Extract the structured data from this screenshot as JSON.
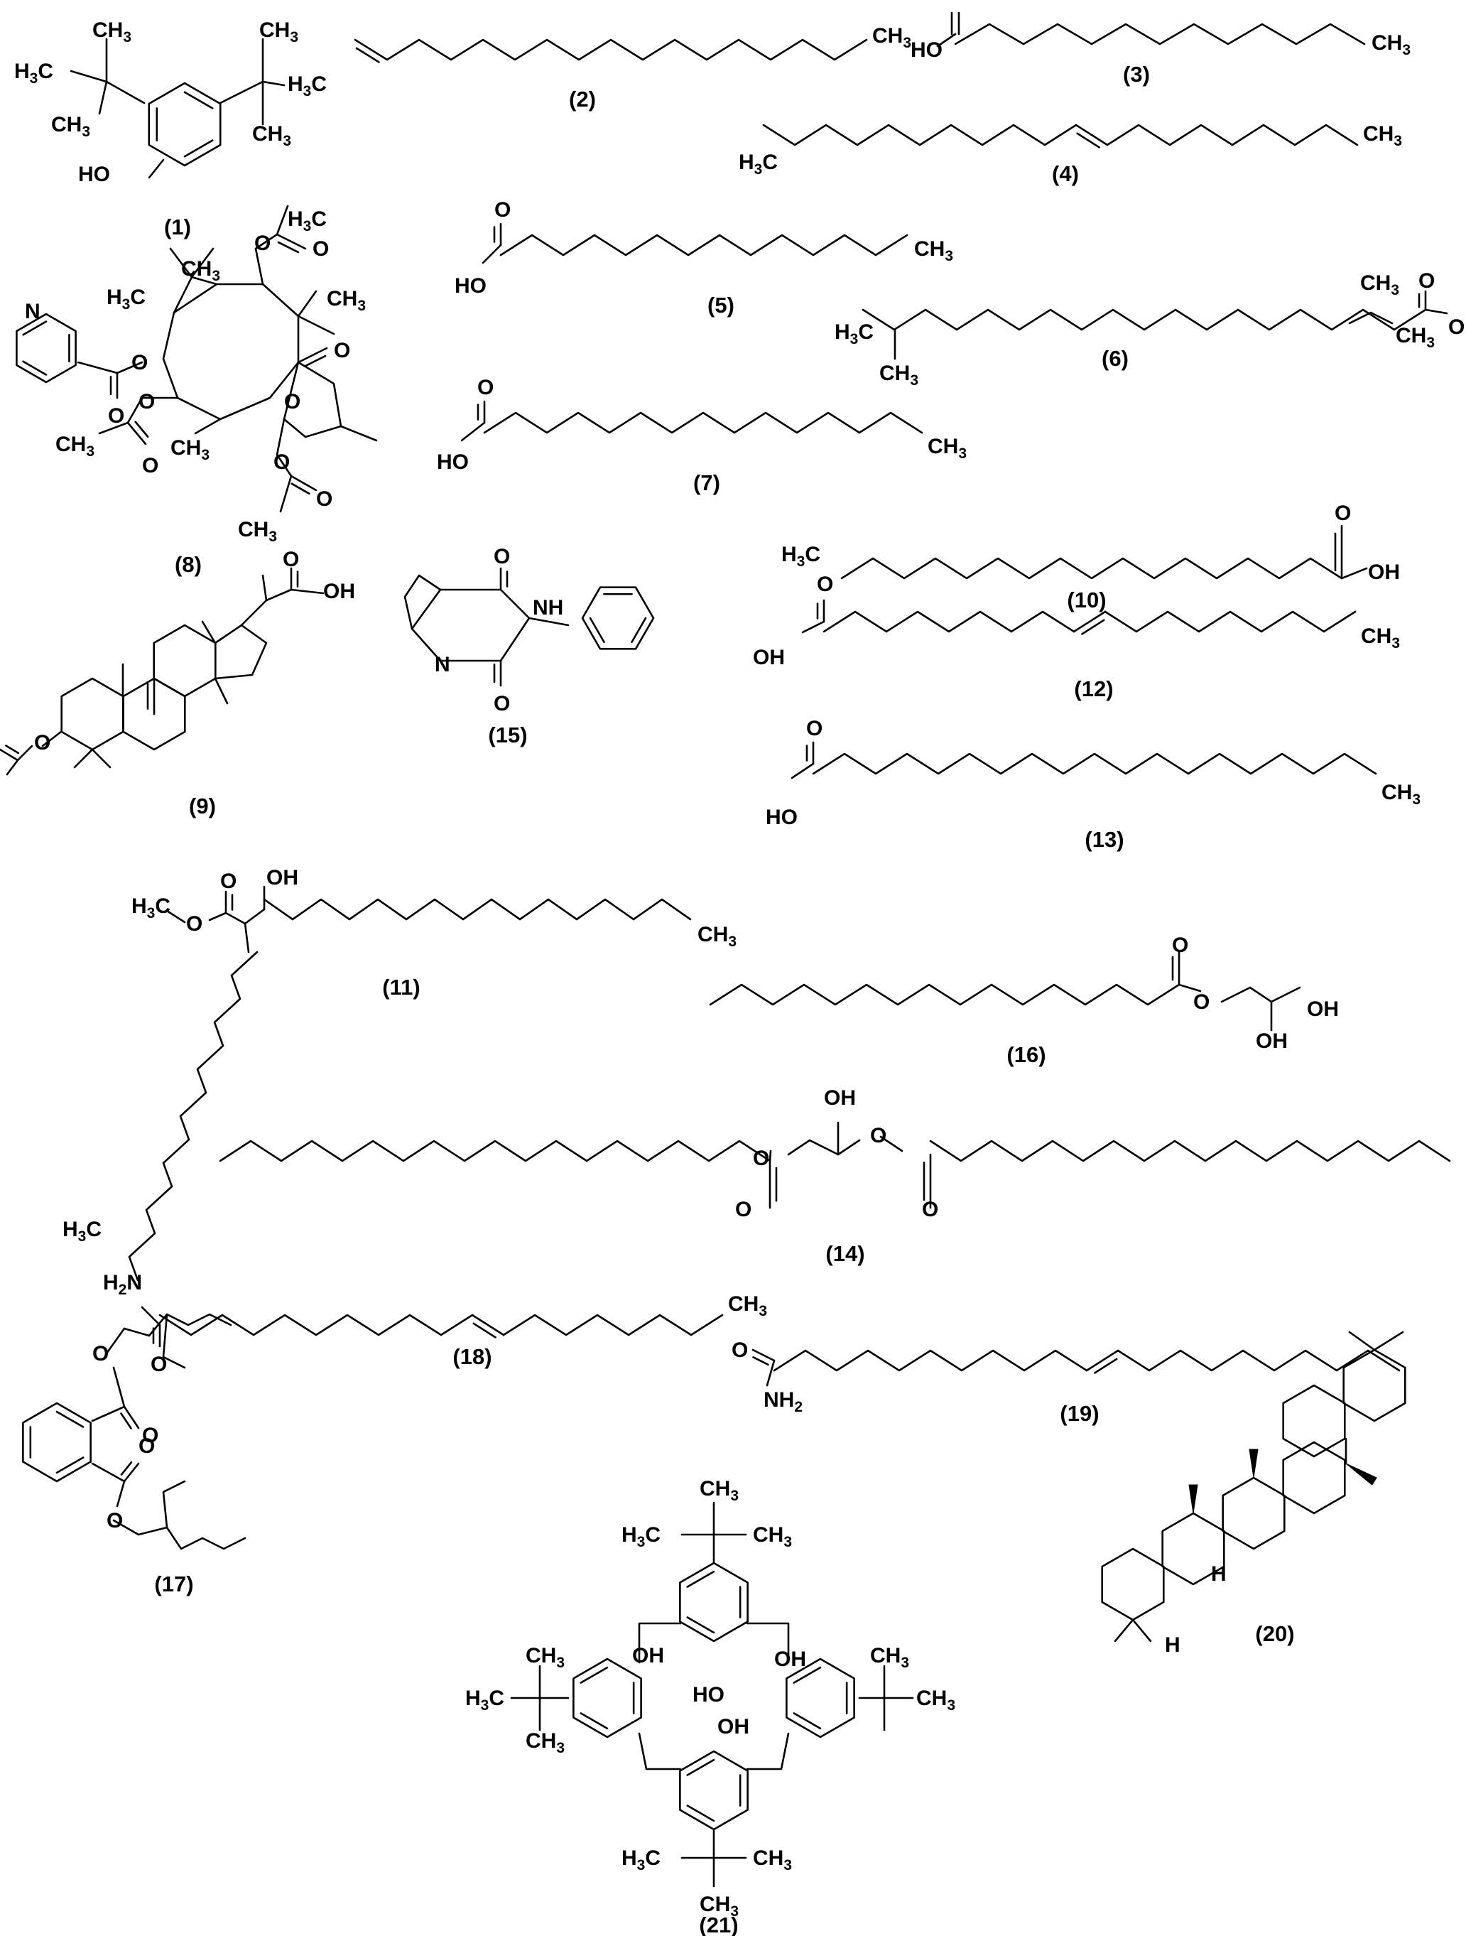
{
  "compounds": [
    {
      "number": "(1)",
      "atoms": [
        "CH3",
        "H3C",
        "CH3",
        "CH3",
        "H3C",
        "CH3",
        "HO"
      ]
    },
    {
      "number": "(2)",
      "atoms": [
        "CH3"
      ]
    },
    {
      "number": "(3)",
      "atoms": [
        "HO",
        "CH3"
      ]
    },
    {
      "number": "(4)",
      "atoms": [
        "CH3",
        "H3C"
      ]
    },
    {
      "number": "(5)",
      "atoms": [
        "O",
        "HO",
        "CH3"
      ]
    },
    {
      "number": "(6)",
      "atoms": [
        "H3C",
        "CH3",
        "O",
        "O",
        "CH3",
        "CH3"
      ]
    },
    {
      "number": "(7)",
      "atoms": [
        "O",
        "HO",
        "CH3"
      ]
    },
    {
      "number": "(8)",
      "atoms": [
        "N",
        "O",
        "O",
        "CH3",
        "H3C",
        "H3C",
        "O",
        "O",
        "CH3",
        "O",
        "O",
        "O",
        "CH3",
        "CH3",
        "O",
        "O",
        "O",
        "CH3"
      ]
    },
    {
      "number": "(9)",
      "atoms": [
        "O",
        "OH",
        "O"
      ]
    },
    {
      "number": "(10)",
      "atoms": [
        "H3C",
        "O",
        "OH"
      ]
    },
    {
      "number": "(11)",
      "atoms": [
        "OH",
        "H3C",
        "O",
        "O",
        "CH3",
        "H3C"
      ]
    },
    {
      "number": "(12)",
      "atoms": [
        "O",
        "OH",
        "CH3"
      ]
    },
    {
      "number": "(13)",
      "atoms": [
        "O",
        "HO",
        "CH3"
      ]
    },
    {
      "number": "(14)",
      "atoms": [
        "OH",
        "O",
        "O",
        "O",
        "O"
      ]
    },
    {
      "number": "(15)",
      "atoms": [
        "O",
        "NH",
        "N",
        "O"
      ]
    },
    {
      "number": "(16)",
      "atoms": [
        "O",
        "O",
        "OH",
        "OH"
      ]
    },
    {
      "number": "(17)",
      "atoms": [
        "O",
        "O",
        "O",
        "O"
      ]
    },
    {
      "number": "(18)",
      "atoms": [
        "H2N",
        "O",
        "CH3"
      ]
    },
    {
      "number": "(19)",
      "atoms": [
        "O",
        "NH2"
      ]
    },
    {
      "number": "(20)",
      "atoms": [
        "H",
        "H"
      ]
    },
    {
      "number": "(21)",
      "atoms": [
        "CH3",
        "H3C",
        "CH3",
        "CH3",
        "CH3",
        "H3C",
        "CH3",
        "CH3",
        "OH",
        "OH",
        "HO",
        "OH",
        "H3C",
        "CH3",
        "CH3"
      ]
    }
  ]
}
